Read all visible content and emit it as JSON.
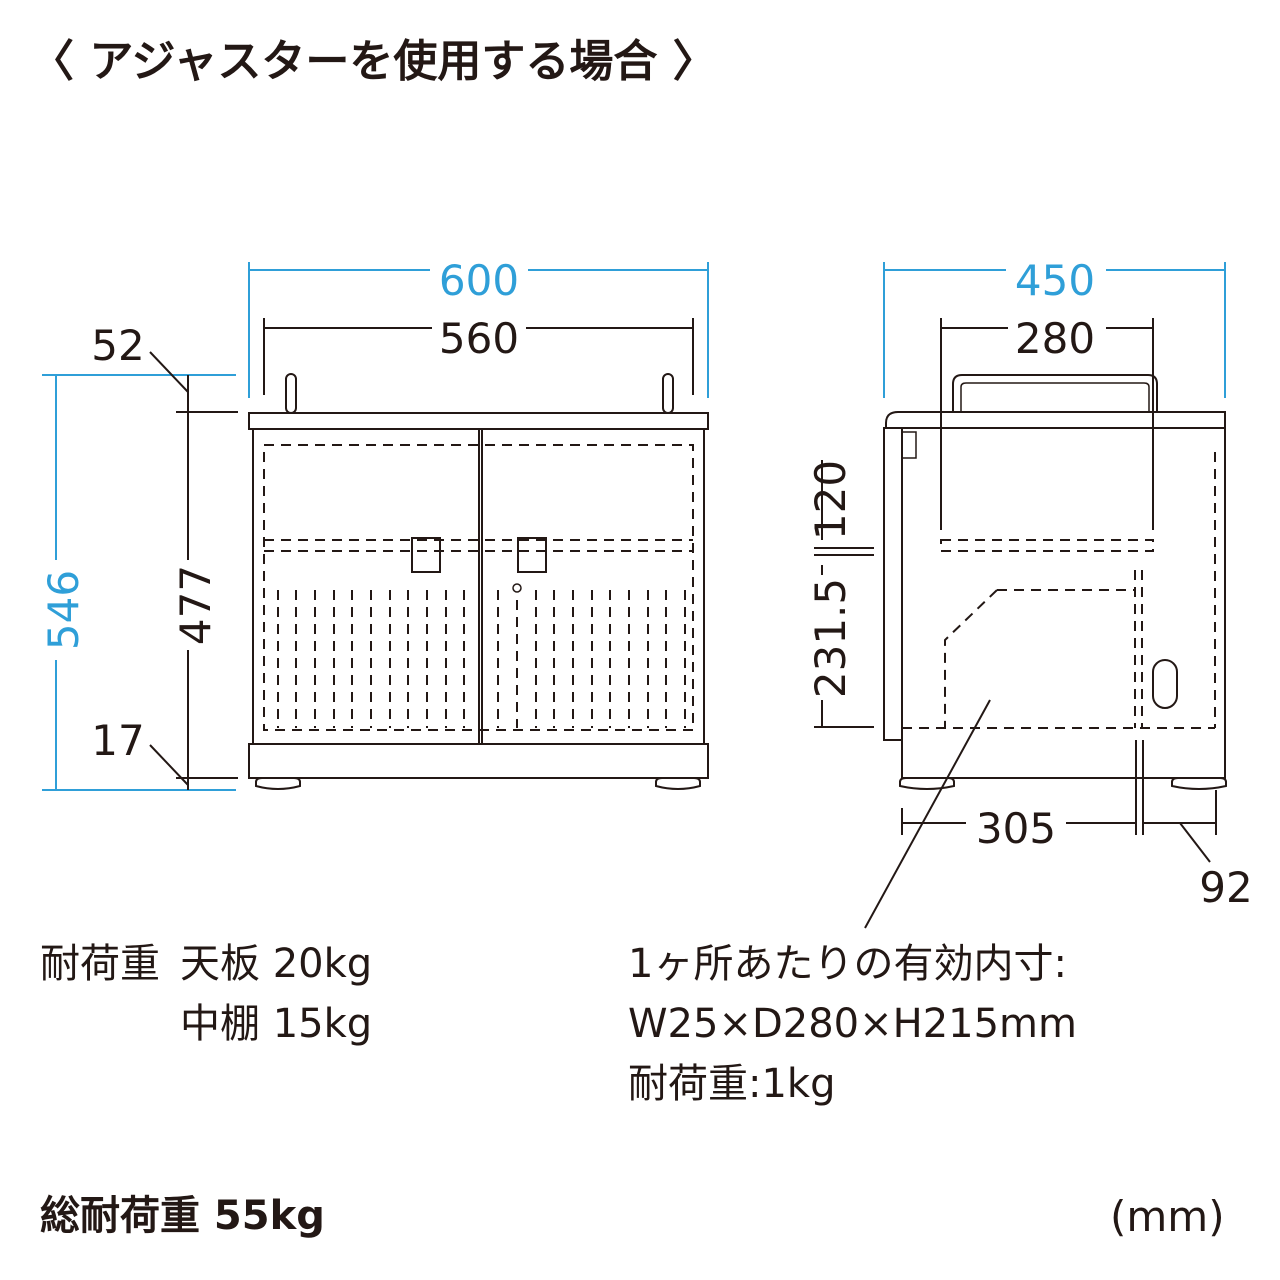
{
  "title": "〈 アジャスターを使用する場合 〉",
  "front_view": {
    "width_outer": "600",
    "width_inner": "560",
    "height_total": "546",
    "height_body": "477",
    "top_offset": "52",
    "bottom_offset": "17"
  },
  "side_view": {
    "depth_outer": "450",
    "handle_width": "280",
    "shelf_height": "120",
    "compartment_height": "231.5",
    "bottom_depth": "305",
    "bottom_rear": "92"
  },
  "load_spec": {
    "label": "耐荷重",
    "top_label": "天板 20kg",
    "middle_label": "中棚 15kg"
  },
  "compartment_spec": {
    "line1": "1ヶ所あたりの有効内寸:",
    "line2": "W25×D280×H215mm",
    "line3": "耐荷重:1kg"
  },
  "total_load": "総耐荷重 55kg",
  "unit": "(mm)",
  "colors": {
    "dimension": "#2f9fd8",
    "line": "#231815"
  }
}
